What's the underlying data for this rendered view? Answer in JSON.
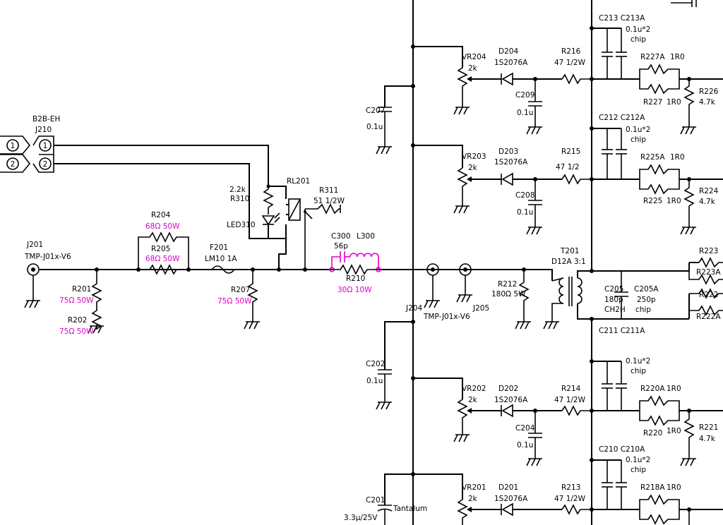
{
  "labels": {
    "b2b_eh": "B2B-EH",
    "j210": "J210",
    "pin1": "1",
    "pin2": "2",
    "j201": "J201",
    "j201_type": "TMP-J01x-V6",
    "r201": "R201",
    "r201_val": "75Ω 50W",
    "r202": "R202",
    "r202_val": "75Ω 50W",
    "r204": "R204",
    "r204_val": "68Ω 50W",
    "r205": "R205",
    "r205_val": "68Ω 50W",
    "f201": "F201",
    "f201_val": "LM10 1A",
    "r207": "R207",
    "r207_val": "75Ω 50W",
    "r310_val": "2.2k",
    "r310": "R310",
    "led310": "LED310",
    "rl201": "RL201",
    "r311": "R311",
    "r311_val": "51 1/2W",
    "c300": "C300",
    "l300": "L300",
    "c300_val": "56p",
    "r210": "R210",
    "r210_val": "30Ω 10W",
    "j204": "J204",
    "j204_type": "TMP-J01x-V6",
    "j205": "J205",
    "r212": "R212",
    "r212_val": "180Ω 5W",
    "t201": "T201",
    "t201_val": "D12A 3:1",
    "c205": "C205",
    "c205a": "C205A",
    "c205_val": "180p",
    "c205a_val": "250p",
    "c205_type": "CH2H",
    "chip": "chip",
    "r223": "R223",
    "r223a": "R223A",
    "r222": "R222",
    "r222a": "R222A",
    "c207": "C207",
    "c207_val": "0.1u",
    "c202": "C202",
    "c202_val": "0.1u",
    "c201": "C201",
    "c201_val": "3.3μ/25V",
    "tantalum": "Tantalum",
    "vr204": "VR204",
    "vr203": "VR203",
    "vr202": "VR202",
    "vr201": "VR201",
    "vr_val": "2k",
    "d204": "D204",
    "d203": "D203",
    "d202": "D202",
    "d201": "D201",
    "diode_type": "1S2076A",
    "r216": "R216",
    "r216_val": "47 1/2W",
    "r215": "R215",
    "r215_val": "47 1/2",
    "r214": "R214",
    "r214_val": "47 1/2W",
    "r213": "R213",
    "r213_val": "47 1/2W",
    "c209": "C209",
    "c208": "C208",
    "c204": "C204",
    "cap_val": "0.1u",
    "c213": "C213 C213A",
    "c212": "C212 C212A",
    "c211": "C211 C211A",
    "c210": "C210 C210A",
    "chip_cap_val": "0.1u*2",
    "r227a": "R227A",
    "r227": "R227",
    "r225a": "R225A",
    "r225": "R225",
    "r220a": "R220A",
    "r220": "R220",
    "r218a": "R218A",
    "one_r0": "1R0",
    "r226": "R226",
    "r224": "R224",
    "r221": "R221",
    "res_4k7": "4.7k"
  },
  "colors": {
    "line": "#000000",
    "highlight": "#e000c8",
    "background": "#ffffff"
  }
}
